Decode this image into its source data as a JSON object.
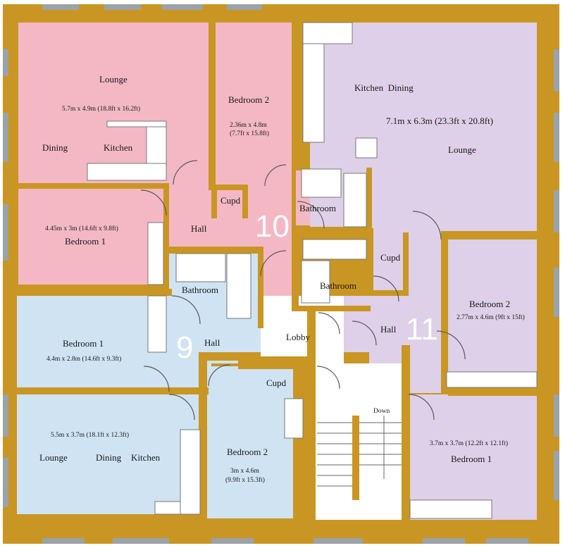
{
  "colors": {
    "wall": "#c99623",
    "wall_dark": "#5b4a1c",
    "flat9": "#cfe3f3",
    "flat10": "#f3b8c4",
    "flat11": "#ddd0e8",
    "common": "#ffffff",
    "window": "#9aa3a8"
  },
  "flats": {
    "f9": {
      "number": "9",
      "bedroom1_label": "Bedroom 1",
      "bedroom1_dims": "4.4m x 2.8m (14.6ft x 9.3ft)",
      "hall_label": "Hall",
      "bathroom_label": "Bathroom",
      "living_dims": "5.5m x 3.7m (18.1ft x 12.3ft)",
      "lounge_label": "Lounge",
      "dining_label": "Dining",
      "kitchen_label": "Kitchen",
      "bedroom2_label": "Bedroom 2",
      "bedroom2_dims_metric": "3m x 4.6m",
      "bedroom2_dims_imperial": "(9.9ft x 15.3ft)",
      "cupd_label": "Cupd"
    },
    "f10": {
      "number": "10",
      "lounge_label": "Lounge",
      "lounge_dims": "5.7m x 4.9m (18.8ft x 16.2ft)",
      "dining_label": "Dining",
      "kitchen_label": "Kitchen",
      "bedroom2_label": "Bedroom 2",
      "bedroom2_dims_metric": "2.36m x 4.8m",
      "bedroom2_dims_imperial": "(7.7ft x 15.8ft)",
      "cupd_label": "Cupd",
      "bathroom_label": "Bathroom",
      "bedroom1_dims": "4.45m x 3m (14.6ft x 9.8ft)",
      "bedroom1_label": "Bedroom 1",
      "hall_label": "Hall"
    },
    "f11": {
      "number": "11",
      "kitchen_dining_label": "Kitchen  Dining",
      "lounge_dims": "7.1m x 6.3m (23.3ft x 20.8ft)",
      "lounge_label": "Lounge",
      "cupd_label": "Cupd",
      "bathroom_label": "Bathroom",
      "hall_label": "Hall",
      "bedroom2_label": "Bedroom 2",
      "bedroom2_dims": "2.77m x 4.6m (9ft x 15ft)",
      "bedroom1_dims": "3.7m x 3.7m (12.2ft x 12.1ft)",
      "bedroom1_label": "Bedroom 1"
    }
  },
  "common": {
    "lobby_label": "Lobby",
    "stairs_label": "Down"
  }
}
